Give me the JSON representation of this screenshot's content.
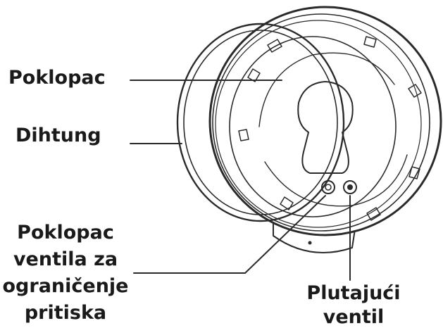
{
  "labels": {
    "lid": "Poklopac",
    "gasket": "Dihtung",
    "pressure_valve_cap": [
      "Poklopac",
      "ventila za",
      "ograničenje",
      "pritiska"
    ],
    "float_valve": [
      "Plutajući",
      "ventil"
    ]
  }
}
